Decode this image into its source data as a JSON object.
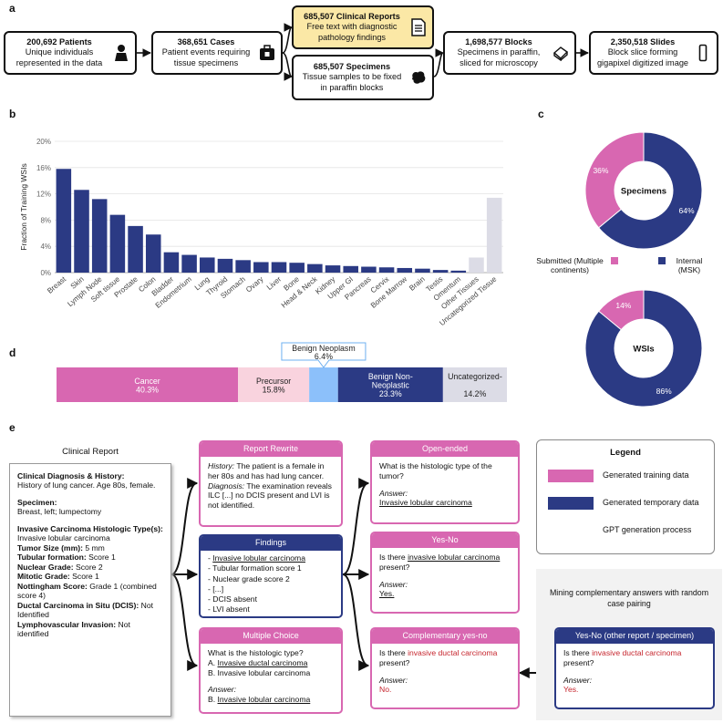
{
  "panels": {
    "a": "a",
    "b": "b",
    "c": "c",
    "d": "d",
    "e": "e"
  },
  "flow": {
    "patients": {
      "count": "200,692 Patients",
      "desc": "Unique individuals represented in the data",
      "icon": "person-icon"
    },
    "cases": {
      "count": "368,651 Cases",
      "desc": "Patient events requiring tissue specimens",
      "icon": "medical-kit-icon"
    },
    "reports": {
      "count": "685,507 Clinical Reports",
      "desc": "Free text with diagnostic pathology findings",
      "icon": "document-icon"
    },
    "specimens": {
      "count": "685,507 Specimens",
      "desc": "Tissue samples to be fixed in paraffin blocks",
      "icon": "tissue-blob-icon"
    },
    "blocks": {
      "count": "1,698,577 Blocks",
      "desc": "Specimens in paraffin, sliced for microscopy",
      "icon": "paraffin-block-icon"
    },
    "slides": {
      "count": "2,350,518 Slides",
      "desc": "Block slice forming gigapixel digitized image",
      "icon": "slide-icon"
    }
  },
  "chart_data": [
    {
      "type": "bar",
      "ylabel": "Fraction of Training WSIs",
      "ylim": [
        0,
        20
      ],
      "yticks": [
        "0%",
        "4%",
        "8%",
        "12%",
        "16%",
        "20%"
      ],
      "categories": [
        "Breast",
        "Skin",
        "Lymph Node",
        "Soft tissue",
        "Prostate",
        "Colon",
        "Bladder",
        "Endometrium",
        "Lung",
        "Thyroid",
        "Stomach",
        "Ovary",
        "Liver",
        "Bone",
        "Head & Neck",
        "Kidney",
        "Upper GI",
        "Pancreas",
        "Cervix",
        "Bone Marrow",
        "Brain",
        "Testis",
        "Omentum",
        "Other Tissues",
        "Uncategorized Tissue"
      ],
      "values": [
        15.8,
        12.6,
        11.2,
        8.8,
        7.1,
        5.8,
        3.1,
        2.7,
        2.3,
        2.1,
        1.9,
        1.6,
        1.6,
        1.5,
        1.3,
        1.1,
        1.0,
        0.9,
        0.8,
        0.7,
        0.6,
        0.4,
        0.3,
        2.3,
        11.4
      ],
      "colors": [
        "#2b3a84",
        "#2b3a84",
        "#2b3a84",
        "#2b3a84",
        "#2b3a84",
        "#2b3a84",
        "#2b3a84",
        "#2b3a84",
        "#2b3a84",
        "#2b3a84",
        "#2b3a84",
        "#2b3a84",
        "#2b3a84",
        "#2b3a84",
        "#2b3a84",
        "#2b3a84",
        "#2b3a84",
        "#2b3a84",
        "#2b3a84",
        "#2b3a84",
        "#2b3a84",
        "#2b3a84",
        "#2b3a84",
        "#dcdce6",
        "#dcdce6"
      ],
      "grid": true
    },
    {
      "type": "pie",
      "title": "Specimens",
      "slices": [
        {
          "name": "Internal (MSK)",
          "value": 64,
          "label": "64%",
          "color": "#2b3a84"
        },
        {
          "name": "Submitted (Multiple continents)",
          "value": 36,
          "label": "36%",
          "color": "#d867b1"
        }
      ]
    },
    {
      "type": "pie",
      "title": "WSIs",
      "slices": [
        {
          "name": "Internal (MSK)",
          "value": 86,
          "label": "86%",
          "color": "#2b3a84"
        },
        {
          "name": "Submitted (Multiple continents)",
          "value": 14,
          "label": "14%",
          "color": "#d867b1"
        }
      ]
    },
    {
      "type": "bar",
      "orientation": "stacked-horizontal",
      "segments": [
        {
          "name": "Cancer",
          "value": 40.3,
          "label": "40.3%",
          "color": "#d867b1",
          "text_color": "#ffffff"
        },
        {
          "name": "Precursor",
          "value": 15.8,
          "label": "15.8%",
          "color": "#f9d3de",
          "text_color": "#222222"
        },
        {
          "name": "Benign Neoplasm",
          "value": 6.4,
          "label": "6.4%",
          "color": "#8cc0fa",
          "text_color": "#222222"
        },
        {
          "name": "Benign Non-Neoplastic",
          "value": 23.3,
          "label": "23.3%",
          "color": "#2b3a84",
          "text_color": "#ffffff"
        },
        {
          "name": "Uncategorized",
          "value": 14.2,
          "label": "14.2%",
          "color": "#dcdce6",
          "text_color": "#222222"
        }
      ]
    }
  ],
  "pie_legend": {
    "submitted": "Submitted (Multiple continents)",
    "internal": "Internal (MSK)",
    "submitted_color": "#d867b1",
    "internal_color": "#2b3a84"
  },
  "bar_d": {
    "callout_name": "Benign Neoplasm",
    "callout_value": "6.4%"
  },
  "report": {
    "title": "Clinical Report",
    "sections": [
      {
        "label": "Clinical Diagnosis & History:",
        "text": "History of lung cancer. Age 80s, female."
      },
      {
        "label": "Specimen:",
        "text": "Breast, left; lumpectomy"
      }
    ],
    "fields": [
      {
        "label": "Invasive Carcinoma Histologic Type(s):",
        "text": "Invasive lobular carcinoma"
      },
      {
        "label": "Tumor Size (mm):",
        "text": "5 mm"
      },
      {
        "label": "Tubular formation:",
        "text": "Score 1"
      },
      {
        "label": "Nuclear Grade:",
        "text": "Score 2"
      },
      {
        "label": "Mitotic Grade:",
        "text": "Score 1"
      },
      {
        "label": "Nottingham Score:",
        "text": "Grade 1 (combined score 4)"
      },
      {
        "label": "Ductal Carcinoma in Situ (DCIS):",
        "text": "Not Identified"
      },
      {
        "label": "Lymphovascular Invasion:",
        "text": "Not identified"
      }
    ]
  },
  "rewrite": {
    "title": "Report Rewrite",
    "history_label": "History:",
    "history_text": "The patient is a female in her 80s and has had lung cancer.",
    "diagnosis_label": "Diagnosis:",
    "diagnosis_text": "The examination reveals ILC [...] no DCIS present and LVI is not identified."
  },
  "findings": {
    "title": "Findings",
    "items": [
      "Invasive lobular carcinoma",
      "Tubular formation score 1",
      "Nuclear grade score 2",
      "[...]",
      "DCIS absent",
      "LVI absent"
    ]
  },
  "multiple_choice": {
    "title": "Multiple Choice",
    "question": "What is the histologic type?",
    "option_a_prefix": "A. ",
    "option_a": "Invasive ductal carcinoma",
    "option_b": "B. Invasive lobular carcinoma",
    "answer_label": "Answer:",
    "answer_prefix": "B. ",
    "answer": "Invasive lobular carcinoma"
  },
  "open_ended": {
    "title": "Open-ended",
    "question": "What is the histologic type of the tumor?",
    "answer_label": "Answer:",
    "answer": "Invasive lobular carcinoma"
  },
  "yes_no": {
    "title": "Yes-No",
    "q_prefix": "Is there ",
    "q_term": "invasive lobular carcinoma",
    "q_suffix": " present?",
    "answer_label": "Answer:",
    "answer": "Yes."
  },
  "complementary": {
    "title": "Complementary yes-no",
    "q_prefix": "Is there ",
    "q_term": "invasive ductal carcinoma",
    "q_suffix": " present?",
    "answer_label": "Answer:",
    "answer": "No."
  },
  "legend": {
    "title": "Legend",
    "training": "Generated training data",
    "temporary": "Generated temporary data",
    "process": "GPT generation process",
    "training_color": "#d867b1",
    "temporary_color": "#2b3a84"
  },
  "mining": {
    "caption": "Mining complementary answers with random case pairing",
    "card_title": "Yes-No (other report / specimen)",
    "q_prefix": "Is there ",
    "q_term": "invasive ductal carcinoma",
    "q_suffix": " present?",
    "answer_label": "Answer:",
    "answer": "Yes."
  }
}
